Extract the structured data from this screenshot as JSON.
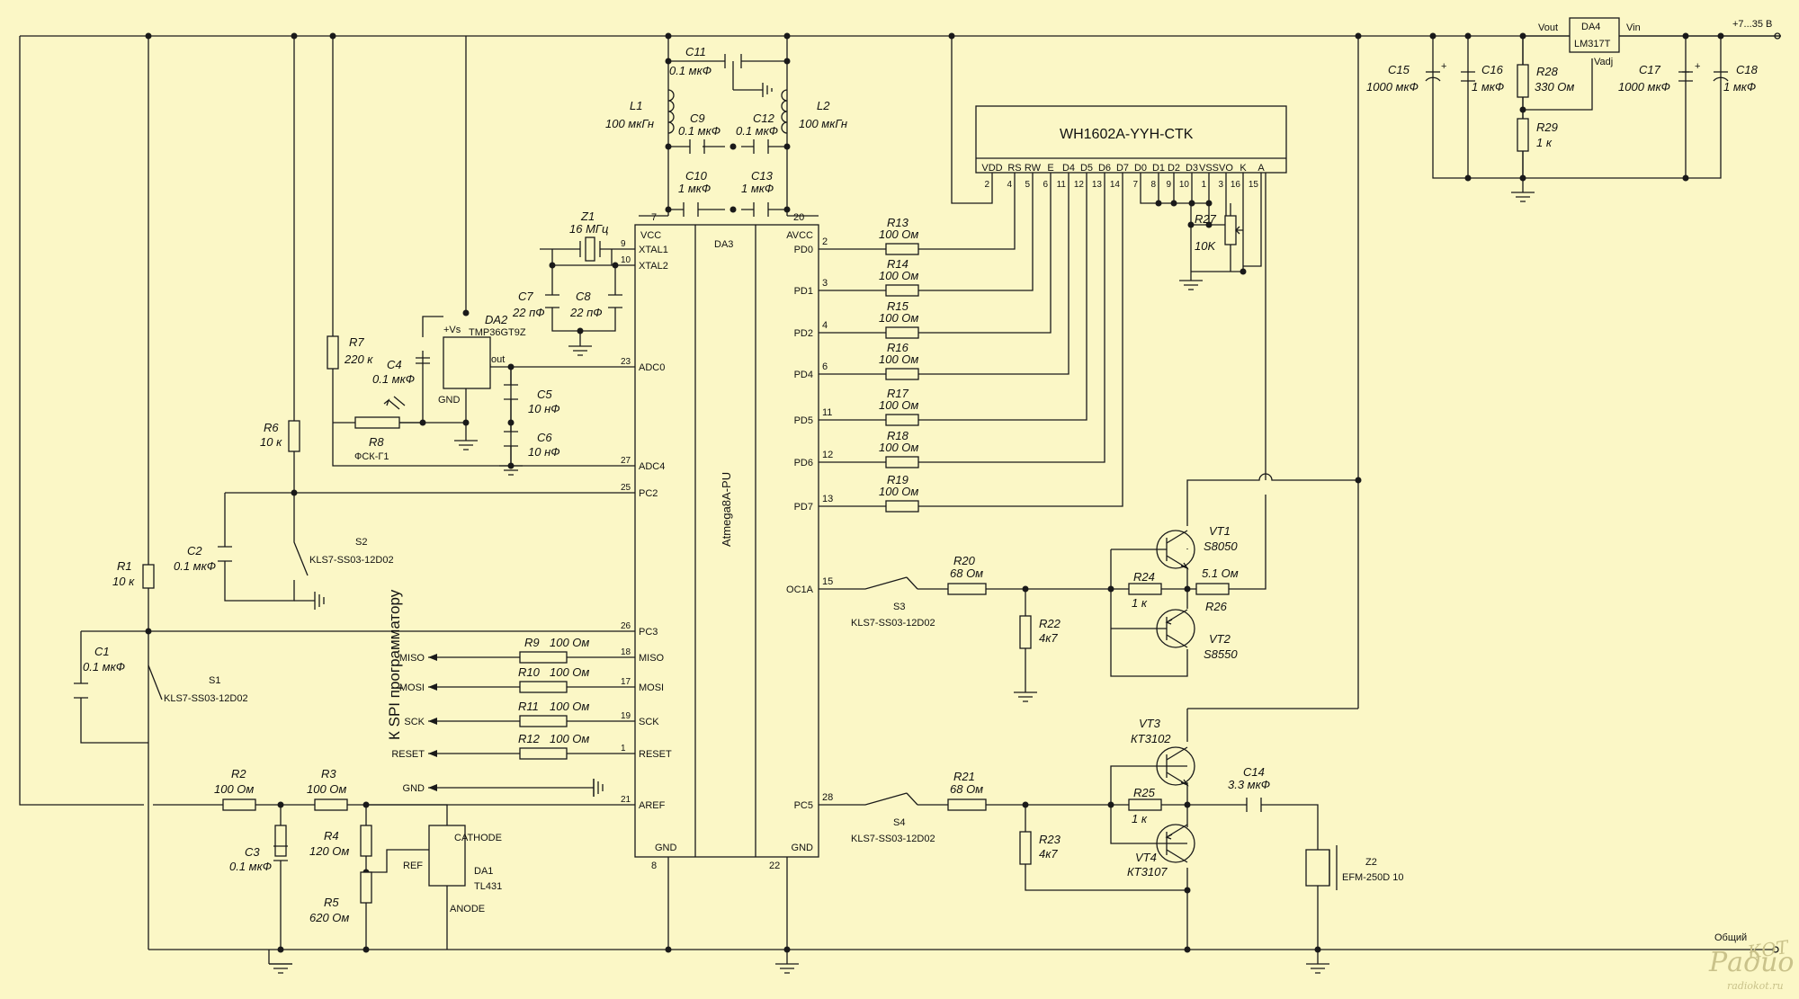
{
  "power": {
    "input": "+7...35 В",
    "common": "Общий"
  },
  "components": {
    "C1": {
      "ref": "C1",
      "value": "0.1 мкФ"
    },
    "C2": {
      "ref": "C2",
      "value": "0.1 мкФ"
    },
    "C3": {
      "ref": "C3",
      "value": "0.1 мкФ"
    },
    "C4": {
      "ref": "C4",
      "value": "0.1 мкФ"
    },
    "C5": {
      "ref": "C5",
      "value": "10 нФ"
    },
    "C6": {
      "ref": "C6",
      "value": "10 нФ"
    },
    "C7": {
      "ref": "C7",
      "value": "22 пФ"
    },
    "C8": {
      "ref": "C8",
      "value": "22 пФ"
    },
    "C9": {
      "ref": "C9",
      "value": "0.1 мкФ"
    },
    "C10": {
      "ref": "C10",
      "value": "1 мкФ"
    },
    "C11": {
      "ref": "C11",
      "value": "0.1 мкФ"
    },
    "C12": {
      "ref": "C12",
      "value": "0.1 мкФ"
    },
    "C13": {
      "ref": "C13",
      "value": "1 мкФ"
    },
    "C14": {
      "ref": "C14",
      "value": "3.3 мкФ"
    },
    "C15": {
      "ref": "C15",
      "value": "1000 мкФ"
    },
    "C16": {
      "ref": "C16",
      "value": "1 мкФ"
    },
    "C17": {
      "ref": "C17",
      "value": "1000 мкФ"
    },
    "C18": {
      "ref": "C18",
      "value": "1 мкФ"
    },
    "R1": {
      "ref": "R1",
      "value": "10 к"
    },
    "R2": {
      "ref": "R2",
      "value": "100 Ом"
    },
    "R3": {
      "ref": "R3",
      "value": "100 Ом"
    },
    "R4": {
      "ref": "R4",
      "value": "120 Ом"
    },
    "R5": {
      "ref": "R5",
      "value": "620 Ом"
    },
    "R6": {
      "ref": "R6",
      "value": "10 к"
    },
    "R7": {
      "ref": "R7",
      "value": "220 к"
    },
    "R8": {
      "ref": "R8",
      "value": "ФСК-Г1"
    },
    "R9": {
      "ref": "R9",
      "value": "100 Ом"
    },
    "R10": {
      "ref": "R10",
      "value": "100 Ом"
    },
    "R11": {
      "ref": "R11",
      "value": "100 Ом"
    },
    "R12": {
      "ref": "R12",
      "value": "100 Ом"
    },
    "R13": {
      "ref": "R13",
      "value": "100 Ом"
    },
    "R14": {
      "ref": "R14",
      "value": "100 Ом"
    },
    "R15": {
      "ref": "R15",
      "value": "100 Ом"
    },
    "R16": {
      "ref": "R16",
      "value": "100 Ом"
    },
    "R17": {
      "ref": "R17",
      "value": "100 Ом"
    },
    "R18": {
      "ref": "R18",
      "value": "100 Ом"
    },
    "R19": {
      "ref": "R19",
      "value": "100 Ом"
    },
    "R20": {
      "ref": "R20",
      "value": "68 Ом"
    },
    "R21": {
      "ref": "R21",
      "value": "68 Ом"
    },
    "R22": {
      "ref": "R22",
      "value": "4к7"
    },
    "R23": {
      "ref": "R23",
      "value": "4к7"
    },
    "R24": {
      "ref": "R24",
      "value": "1 к"
    },
    "R25": {
      "ref": "R25",
      "value": "1 к"
    },
    "R26": {
      "ref": "R26",
      "value": "5.1 Ом"
    },
    "R27": {
      "ref": "R27",
      "value": "10K"
    },
    "R28": {
      "ref": "R28",
      "value": "330 Ом"
    },
    "R29": {
      "ref": "R29",
      "value": "1 к"
    },
    "L1": {
      "ref": "L1",
      "value": "100 мкГн"
    },
    "L2": {
      "ref": "L2",
      "value": "100 мкГн"
    },
    "Z1": {
      "ref": "Z1",
      "value": "16 МГц"
    },
    "Z2": {
      "ref": "Z2",
      "value": "EFM-250D 10"
    },
    "S1": {
      "ref": "S1",
      "value": "KLS7-SS03-12D02"
    },
    "S2": {
      "ref": "S2",
      "value": "KLS7-SS03-12D02"
    },
    "S3": {
      "ref": "S3",
      "value": "KLS7-SS03-12D02"
    },
    "S4": {
      "ref": "S4",
      "value": "KLS7-SS03-12D02"
    },
    "VT1": {
      "ref": "VT1",
      "value": "S8050"
    },
    "VT2": {
      "ref": "VT2",
      "value": "S8550"
    },
    "VT3": {
      "ref": "VT3",
      "value": "КТ3102"
    },
    "VT4": {
      "ref": "VT4",
      "value": "КТ3107"
    },
    "DA1": {
      "ref": "DA1",
      "value": "TL431",
      "pins": [
        "CATHODE",
        "REF",
        "ANODE"
      ]
    },
    "DA2": {
      "ref": "DA2",
      "value": "TMP36GT9Z",
      "pins": [
        "+Vs",
        "out",
        "GND"
      ]
    },
    "DA4": {
      "ref": "DA4",
      "value": "LM317T",
      "pins": [
        "Vout",
        "Vin",
        "Vadj"
      ]
    }
  },
  "mcu": {
    "ref": "DA3",
    "name": "Atmega8A-PU",
    "left_pins": [
      {
        "num": "7",
        "name": "VCC"
      },
      {
        "num": "9",
        "name": "XTAL1"
      },
      {
        "num": "10",
        "name": "XTAL2"
      },
      {
        "num": "23",
        "name": "ADC0"
      },
      {
        "num": "27",
        "name": "ADC4"
      },
      {
        "num": "25",
        "name": "PC2"
      },
      {
        "num": "26",
        "name": "PC3"
      },
      {
        "num": "18",
        "name": "MISO"
      },
      {
        "num": "17",
        "name": "MOSI"
      },
      {
        "num": "19",
        "name": "SCK"
      },
      {
        "num": "1",
        "name": "RESET"
      },
      {
        "num": "21",
        "name": "AREF"
      },
      {
        "num": "8",
        "name": "GND"
      }
    ],
    "right_pins": [
      {
        "num": "20",
        "name": "AVCC"
      },
      {
        "num": "2",
        "name": "PD0"
      },
      {
        "num": "3",
        "name": "PD1"
      },
      {
        "num": "4",
        "name": "PD2"
      },
      {
        "num": "6",
        "name": "PD4"
      },
      {
        "num": "11",
        "name": "PD5"
      },
      {
        "num": "12",
        "name": "PD6"
      },
      {
        "num": "13",
        "name": "PD7"
      },
      {
        "num": "15",
        "name": "OC1A"
      },
      {
        "num": "28",
        "name": "PC5"
      },
      {
        "num": "22",
        "name": "GND"
      }
    ]
  },
  "lcd": {
    "name": "WH1602A-YYH-CTK",
    "pins": [
      {
        "name": "VDD",
        "num": "2"
      },
      {
        "name": "RS",
        "num": "4"
      },
      {
        "name": "RW",
        "num": "5"
      },
      {
        "name": "E",
        "num": "6"
      },
      {
        "name": "D4",
        "num": "11"
      },
      {
        "name": "D5",
        "num": "12"
      },
      {
        "name": "D6",
        "num": "13"
      },
      {
        "name": "D7",
        "num": "14"
      },
      {
        "name": "D0",
        "num": "7"
      },
      {
        "name": "D1",
        "num": "8"
      },
      {
        "name": "D2",
        "num": "9"
      },
      {
        "name": "D3",
        "num": "10"
      },
      {
        "name": "VSS",
        "num": "1"
      },
      {
        "name": "VO",
        "num": "3"
      },
      {
        "name": "K",
        "num": "16"
      },
      {
        "name": "A",
        "num": "15"
      }
    ]
  },
  "spi": {
    "title": "К SPI программатору",
    "signals": [
      "MISO",
      "MOSI",
      "SCK",
      "RESET",
      "GND"
    ]
  },
  "watermark": {
    "site": "radiokot.ru"
  }
}
